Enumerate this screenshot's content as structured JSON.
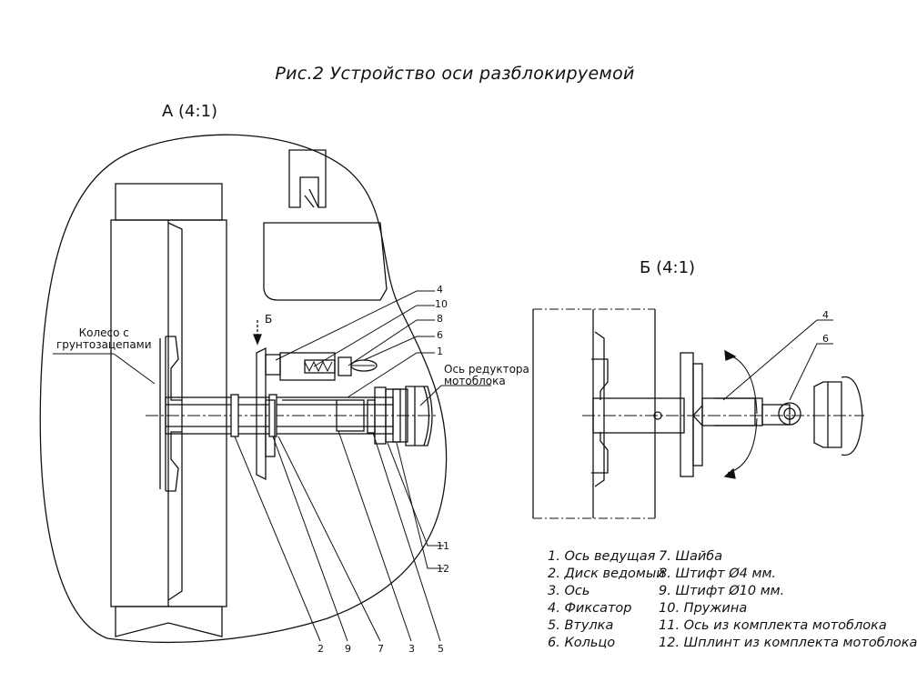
{
  "figure": {
    "title": "Рис.2  Устройство оси разблокируемой",
    "view_a_label": "А (4:1)",
    "view_b_label": "Б (4:1)",
    "section_mark": "Б",
    "label_wheel": [
      "Колесо с",
      "грунтозацепами"
    ],
    "label_axis": [
      "Ось редуктора",
      "мотоблока"
    ]
  },
  "callouts_a": [
    "4",
    "10",
    "8",
    "6",
    "1",
    "11",
    "12",
    "2",
    "9",
    "7",
    "3",
    "5"
  ],
  "callouts_b": [
    "4",
    "6"
  ],
  "legend": {
    "left": [
      "1. Ось ведущая",
      "2. Диск ведомый",
      "3. Ось",
      "4. Фиксатор",
      "5. Втулка",
      "6. Кольцо"
    ],
    "right": [
      "7. Шайба",
      "8. Штифт Ø4 мм.",
      "9. Штифт Ø10 мм.",
      "10. Пружина",
      "11. Ось из комплекта мотоблока",
      "12. Шплинт из комплекта мотоблока"
    ]
  }
}
